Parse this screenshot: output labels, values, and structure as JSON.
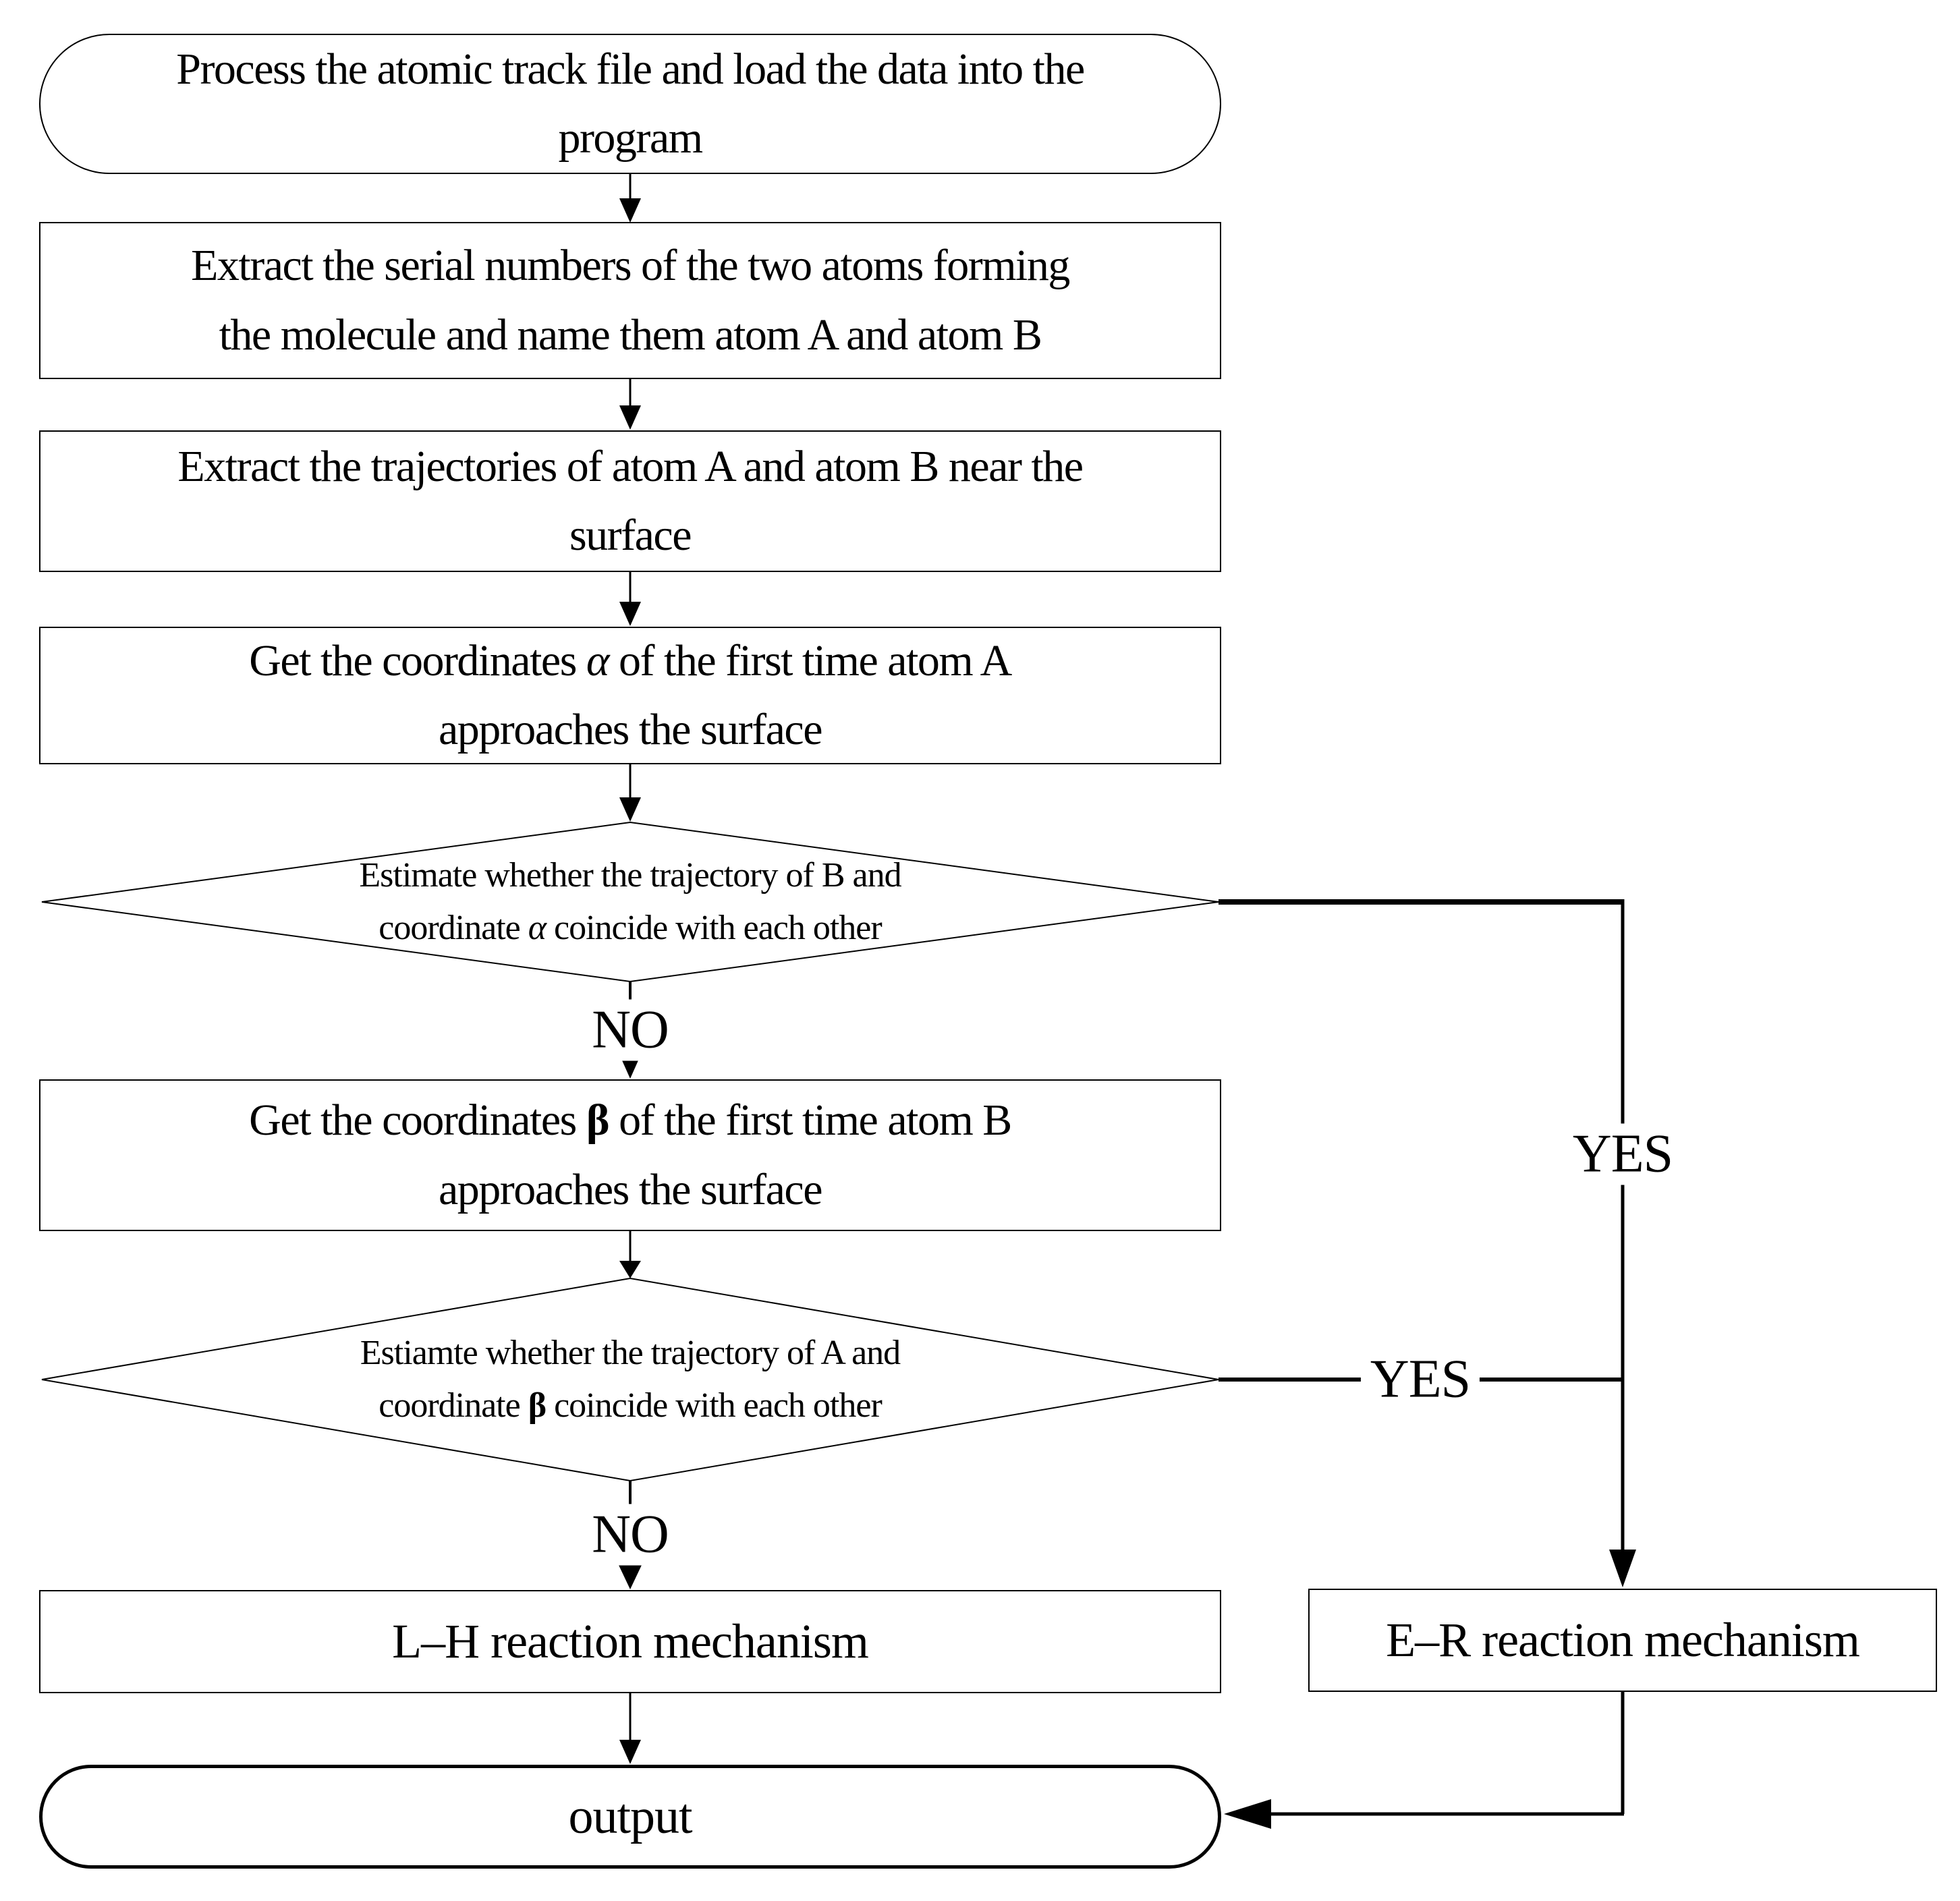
{
  "page": {
    "background_color": "#ffffff",
    "line_color": "#000000"
  },
  "flowchart": {
    "nodes": {
      "start": {
        "line1": "Process the atomic track file and load the data into the",
        "line2": "program"
      },
      "extract_serial": {
        "line1": "Extract the serial numbers of the two atoms forming",
        "line2": "the molecule and name them atom A and atom B"
      },
      "extract_traj": {
        "line1": "Extract the trajectories of atom A and atom B near the",
        "line2": "surface"
      },
      "coords_alpha": {
        "pre": "Get the coordinates ",
        "sym": "α",
        "post": " of the first time atom A",
        "line2": "approaches the surface"
      },
      "decision_b_alpha": {
        "line1": "Estimate whether the trajectory of B and",
        "pre2": "coordinate ",
        "sym": "α",
        "post2": " coincide with each other"
      },
      "coords_beta": {
        "pre": "Get the coordinates ",
        "sym": "β",
        "post": " of the first time atom B",
        "line2": "approaches the surface"
      },
      "decision_a_beta": {
        "line1": "Estiamte whether the trajectory of A and",
        "pre2": "coordinate ",
        "sym": "β",
        "post2": " coincide with each other"
      },
      "lh": {
        "label": "L–H reaction mechanism"
      },
      "er": {
        "label": "E–R reaction mechanism"
      },
      "output": {
        "label": "output"
      }
    },
    "edge_labels": {
      "no1": "NO",
      "no2": "NO",
      "yes1": "YES",
      "yes2": "YES"
    }
  }
}
